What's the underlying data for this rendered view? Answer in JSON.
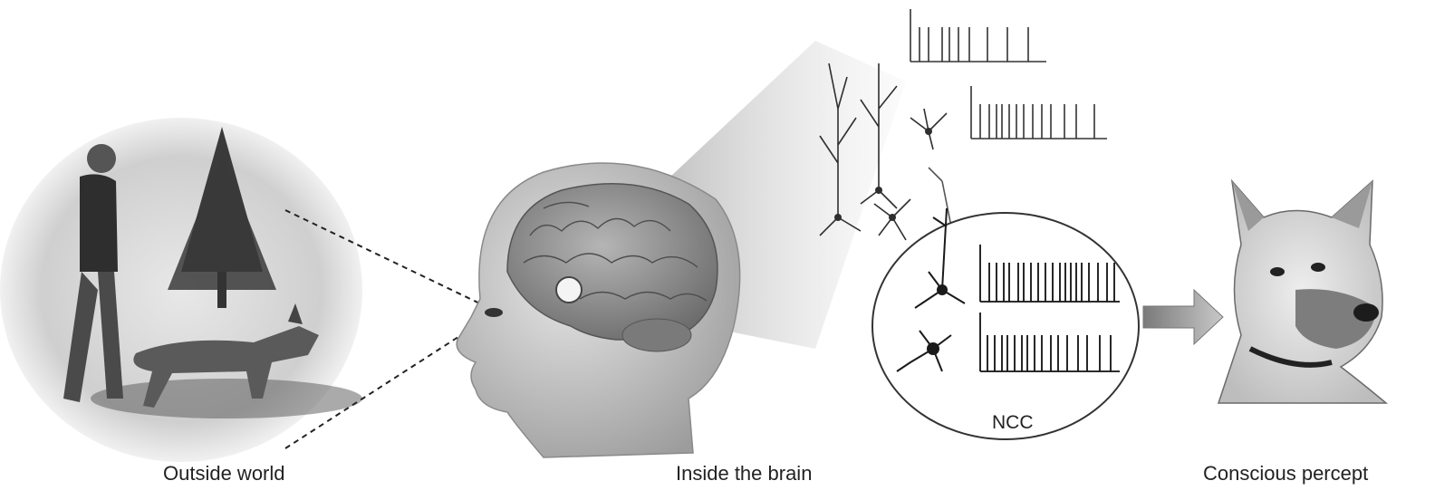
{
  "captions": {
    "outside_world": "Outside world",
    "inside_brain": "Inside the brain",
    "conscious_percept": "Conscious percept"
  },
  "ncc_label": "NCC",
  "colors": {
    "ink": "#222222",
    "skin": "#c9c9c9",
    "brain": "#8e8e8e",
    "arrow": "#9a9a9a"
  }
}
